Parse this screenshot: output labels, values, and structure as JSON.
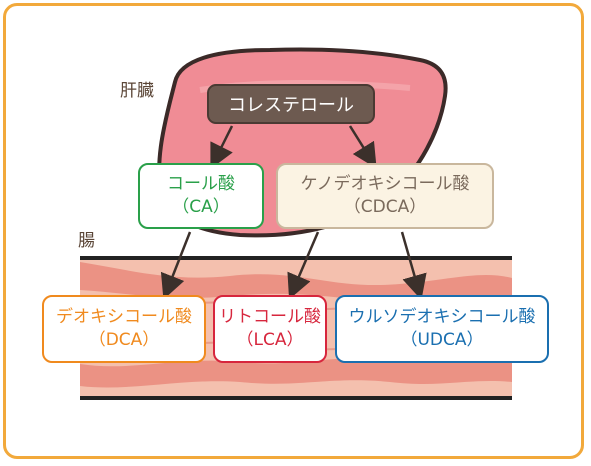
{
  "labels": {
    "liver": "肝臓",
    "intestine": "腸"
  },
  "cholesterol": {
    "name": "コレステロール"
  },
  "primary": [
    {
      "name": "コール酸",
      "abbr": "（CA）",
      "color": "#2aa04a"
    },
    {
      "name": "ケノデオキシコール酸",
      "abbr": "（CDCA）",
      "color": "#7a6a5c"
    }
  ],
  "secondary": [
    {
      "name": "デオキシコール酸",
      "abbr": "（DCA）",
      "color": "#f08a1e"
    },
    {
      "name": "リトコール酸",
      "abbr": "（LCA）",
      "color": "#d7263d"
    },
    {
      "name": "ウルソデオキシコール酸",
      "abbr": "（UDCA）",
      "color": "#1a6fb0"
    }
  ],
  "colors": {
    "frame": "#f2a93b",
    "liver": "#f08c95",
    "intestine": "#f3b8a4",
    "cholesterol": "#6d5a50"
  }
}
